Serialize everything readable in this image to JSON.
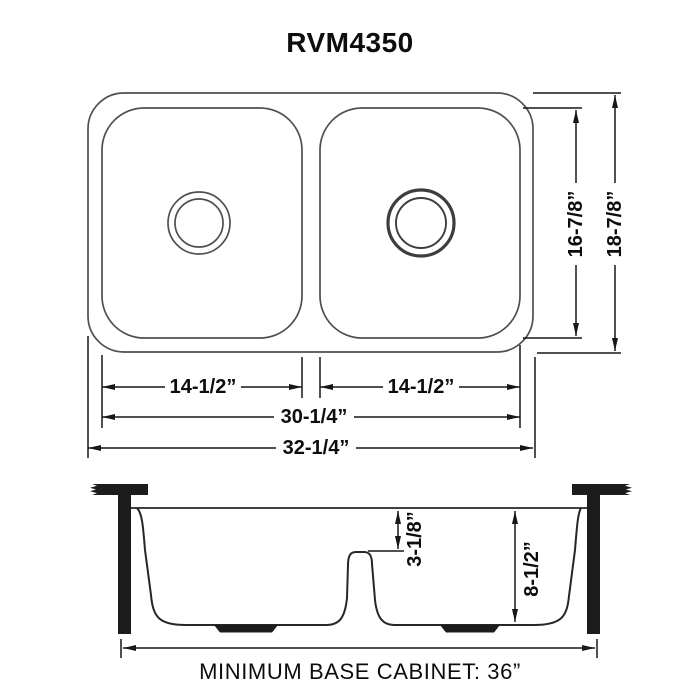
{
  "title": "RVM4350",
  "top_view": {
    "left_bowl_width": "14-1/2”",
    "right_bowl_width": "14-1/2”",
    "inner_width": "30-1/4”",
    "overall_width": "32-1/4”",
    "bowl_front_to_back": "16-7/8”",
    "overall_front_to_back": "18-7/8”"
  },
  "side_view": {
    "divider_depth_from_rim": "3-1/8”",
    "bowl_depth": "8-1/2”",
    "cabinet_note": "MINIMUM BASE CABINET: 36”"
  },
  "colors": {
    "outline": "#4f4f4f",
    "dimension_ink": "#171717",
    "background": "#ffffff"
  }
}
